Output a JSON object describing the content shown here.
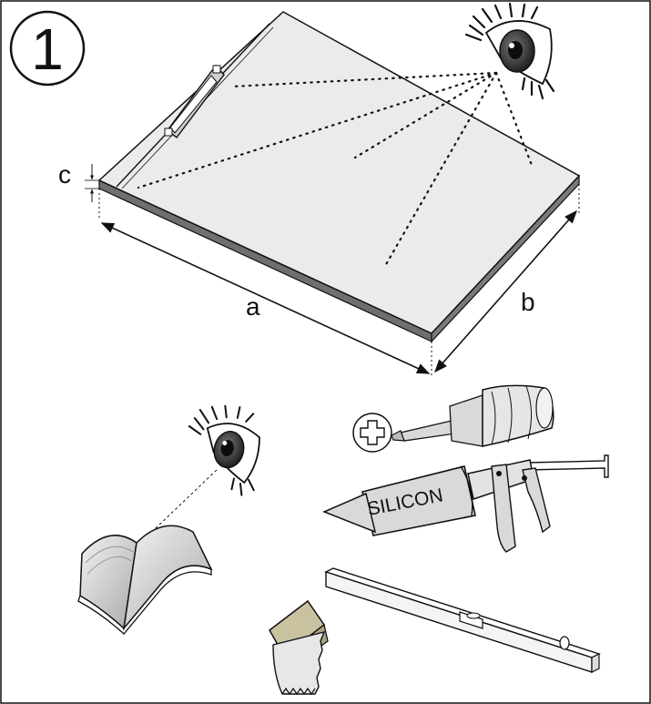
{
  "step": {
    "number": "1"
  },
  "dimensions": {
    "length": "a",
    "width": "b",
    "thickness": "c"
  },
  "tools": {
    "sealant_label": "SILICON"
  },
  "icons": {
    "inspection": "eye-icon",
    "instructions": "open-book-icon",
    "screwdriver": "phillips-screwdriver-icon",
    "sealant_gun": "caulking-gun-icon",
    "level": "spirit-level-icon",
    "trowel": "notched-trowel-icon"
  },
  "colors": {
    "line": "#111111",
    "tray_top": "#ebebeb",
    "tray_edge": "#6f6f6f",
    "tool_fill": "#d9d9d9",
    "trowel_handle": "#c9c2a0"
  }
}
